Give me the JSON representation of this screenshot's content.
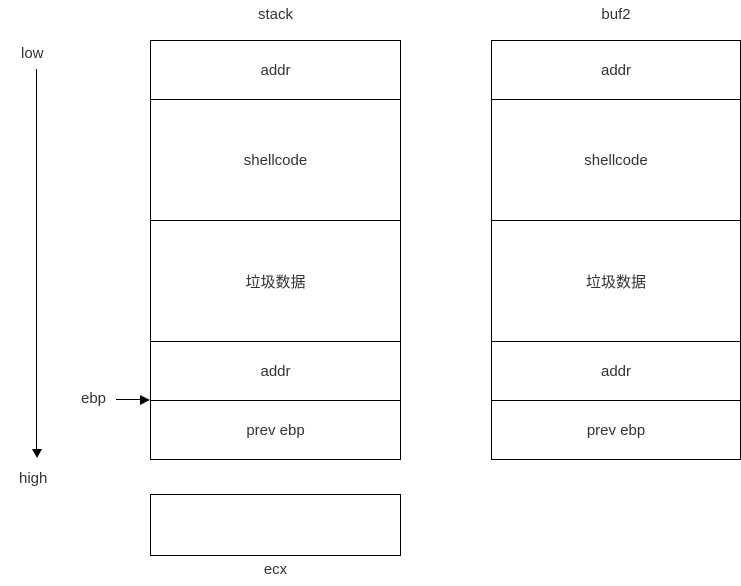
{
  "diagram": {
    "axis": {
      "low_label": "low",
      "high_label": "high"
    },
    "pointers": {
      "ebp_label": "ebp"
    },
    "columns": [
      {
        "title": "stack",
        "rows": [
          {
            "label": "addr"
          },
          {
            "label": "shellcode"
          },
          {
            "label": "垃圾数据"
          },
          {
            "label": "addr"
          },
          {
            "label": "prev ebp"
          }
        ]
      },
      {
        "title": "buf2",
        "rows": [
          {
            "label": "addr"
          },
          {
            "label": "shellcode"
          },
          {
            "label": "垃圾数据"
          },
          {
            "label": "addr"
          },
          {
            "label": "prev ebp"
          }
        ]
      }
    ],
    "ecx": {
      "label": "ecx"
    },
    "colors": {
      "border": "#000000",
      "text": "#333333",
      "background": "#ffffff"
    }
  }
}
